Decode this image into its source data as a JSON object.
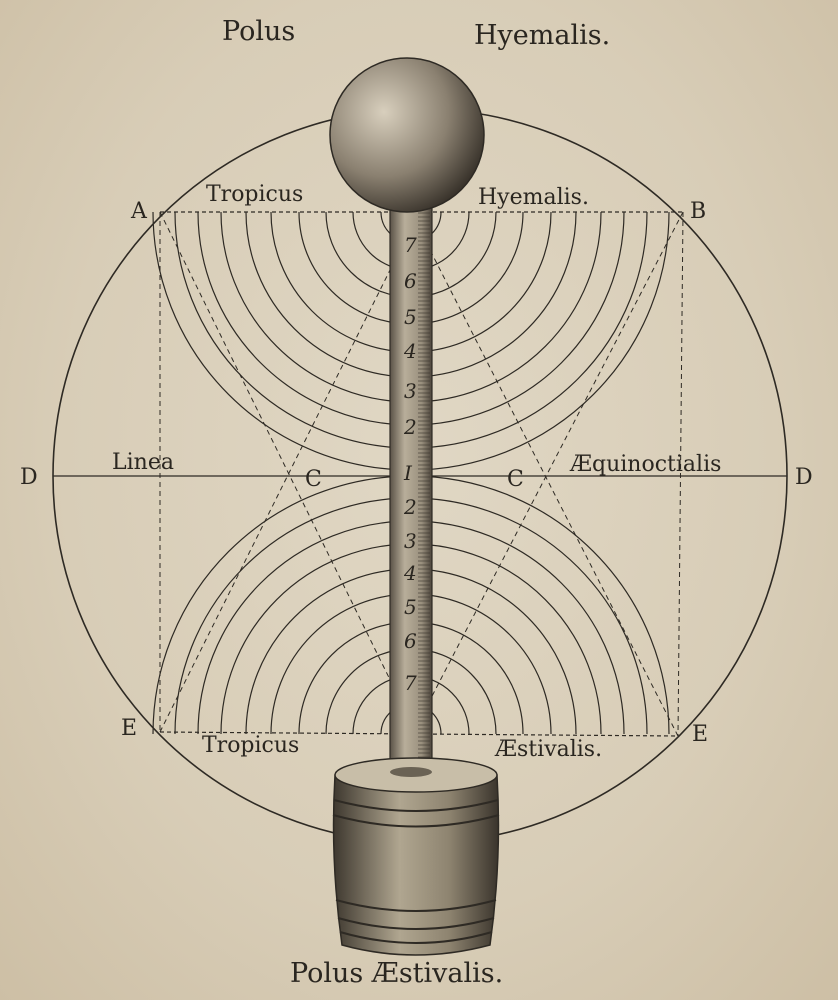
{
  "title": {
    "left": "Polus",
    "right": "Hyemalis."
  },
  "bottom_title": "Polus Æstivalis.",
  "points": {
    "A": "A",
    "B": "B",
    "C_left": "C",
    "C_right": "C",
    "D_left": "D",
    "D_right": "D",
    "E_left": "E",
    "E_right": "E"
  },
  "labels": {
    "tropic_top_left": "Tropicus",
    "tropic_top_right": "Hyemalis.",
    "equator_left": "Linea",
    "equator_right": "Æquinoctialis",
    "tropic_bottom_left": "Tropicus",
    "tropic_bottom_right": "Æstivalis."
  },
  "rod_scale": [
    "7",
    "6",
    "5",
    "4",
    "3",
    "2",
    "I",
    "2",
    "3",
    "4",
    "5",
    "6",
    "7"
  ],
  "colors": {
    "paper": "#d9cfbb",
    "ink": "#2e2a24"
  }
}
